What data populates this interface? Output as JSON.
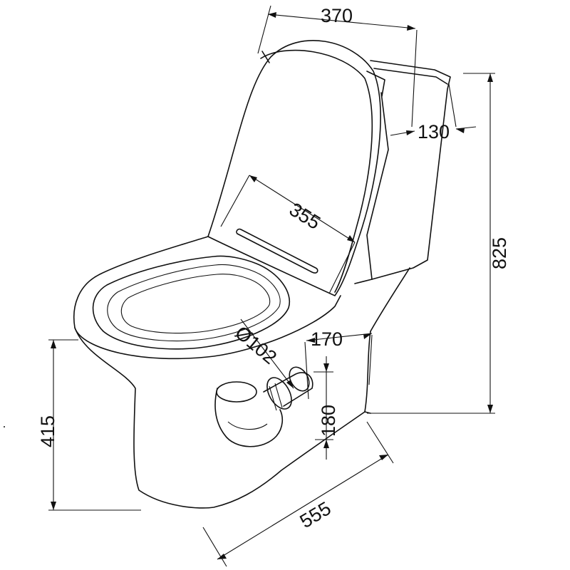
{
  "drawing": {
    "subject": "toilet",
    "dimensions": {
      "tank_width": "370",
      "tank_depth": "130",
      "seat_width": "355",
      "total_height": "825",
      "seat_height": "415",
      "total_length": "555",
      "outlet_offset": "170",
      "outlet_height": "180",
      "outlet_diameter": "Ø102"
    }
  }
}
